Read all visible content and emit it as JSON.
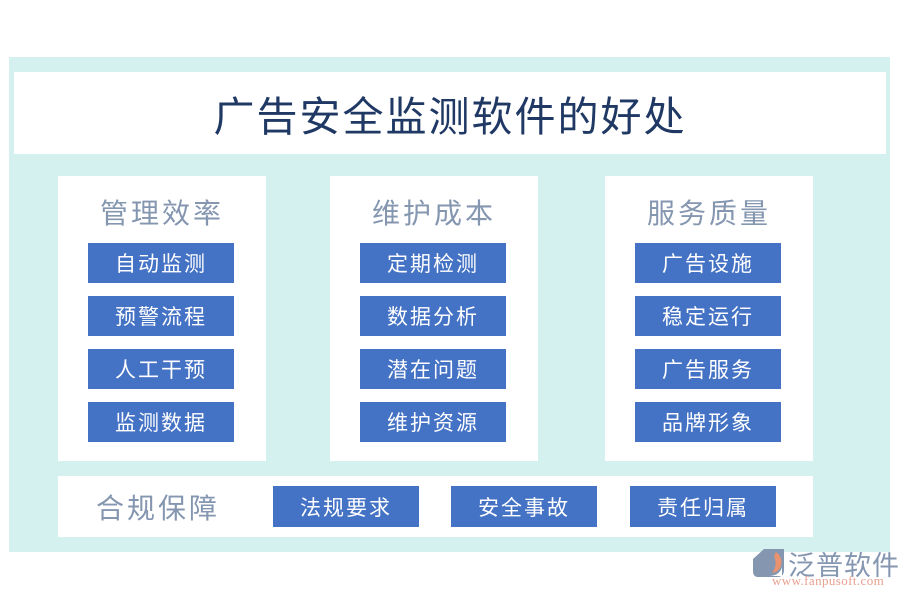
{
  "title": "广告安全监测软件的好处",
  "colors": {
    "panel_background": "#d4f1f0",
    "card_background": "#ffffff",
    "chip_blue": "#4472c4",
    "title_navy": "#1f3864",
    "header_gray_blue": "#8496b0",
    "logo_orange": "#e8a090"
  },
  "columns": [
    {
      "header": "管理效率",
      "items": [
        "自动监测",
        "预警流程",
        "人工干预",
        "监测数据"
      ]
    },
    {
      "header": "维护成本",
      "items": [
        "定期检测",
        "数据分析",
        "潜在问题",
        "维护资源"
      ]
    },
    {
      "header": "服务质量",
      "items": [
        "广告设施",
        "稳定运行",
        "广告服务",
        "品牌形象"
      ]
    }
  ],
  "bottom": {
    "label": "合规保障",
    "items": [
      "法规要求",
      "安全事故",
      "责任归属"
    ]
  },
  "logo": {
    "name": "泛普软件",
    "url": "www.fanpusoft.com"
  }
}
